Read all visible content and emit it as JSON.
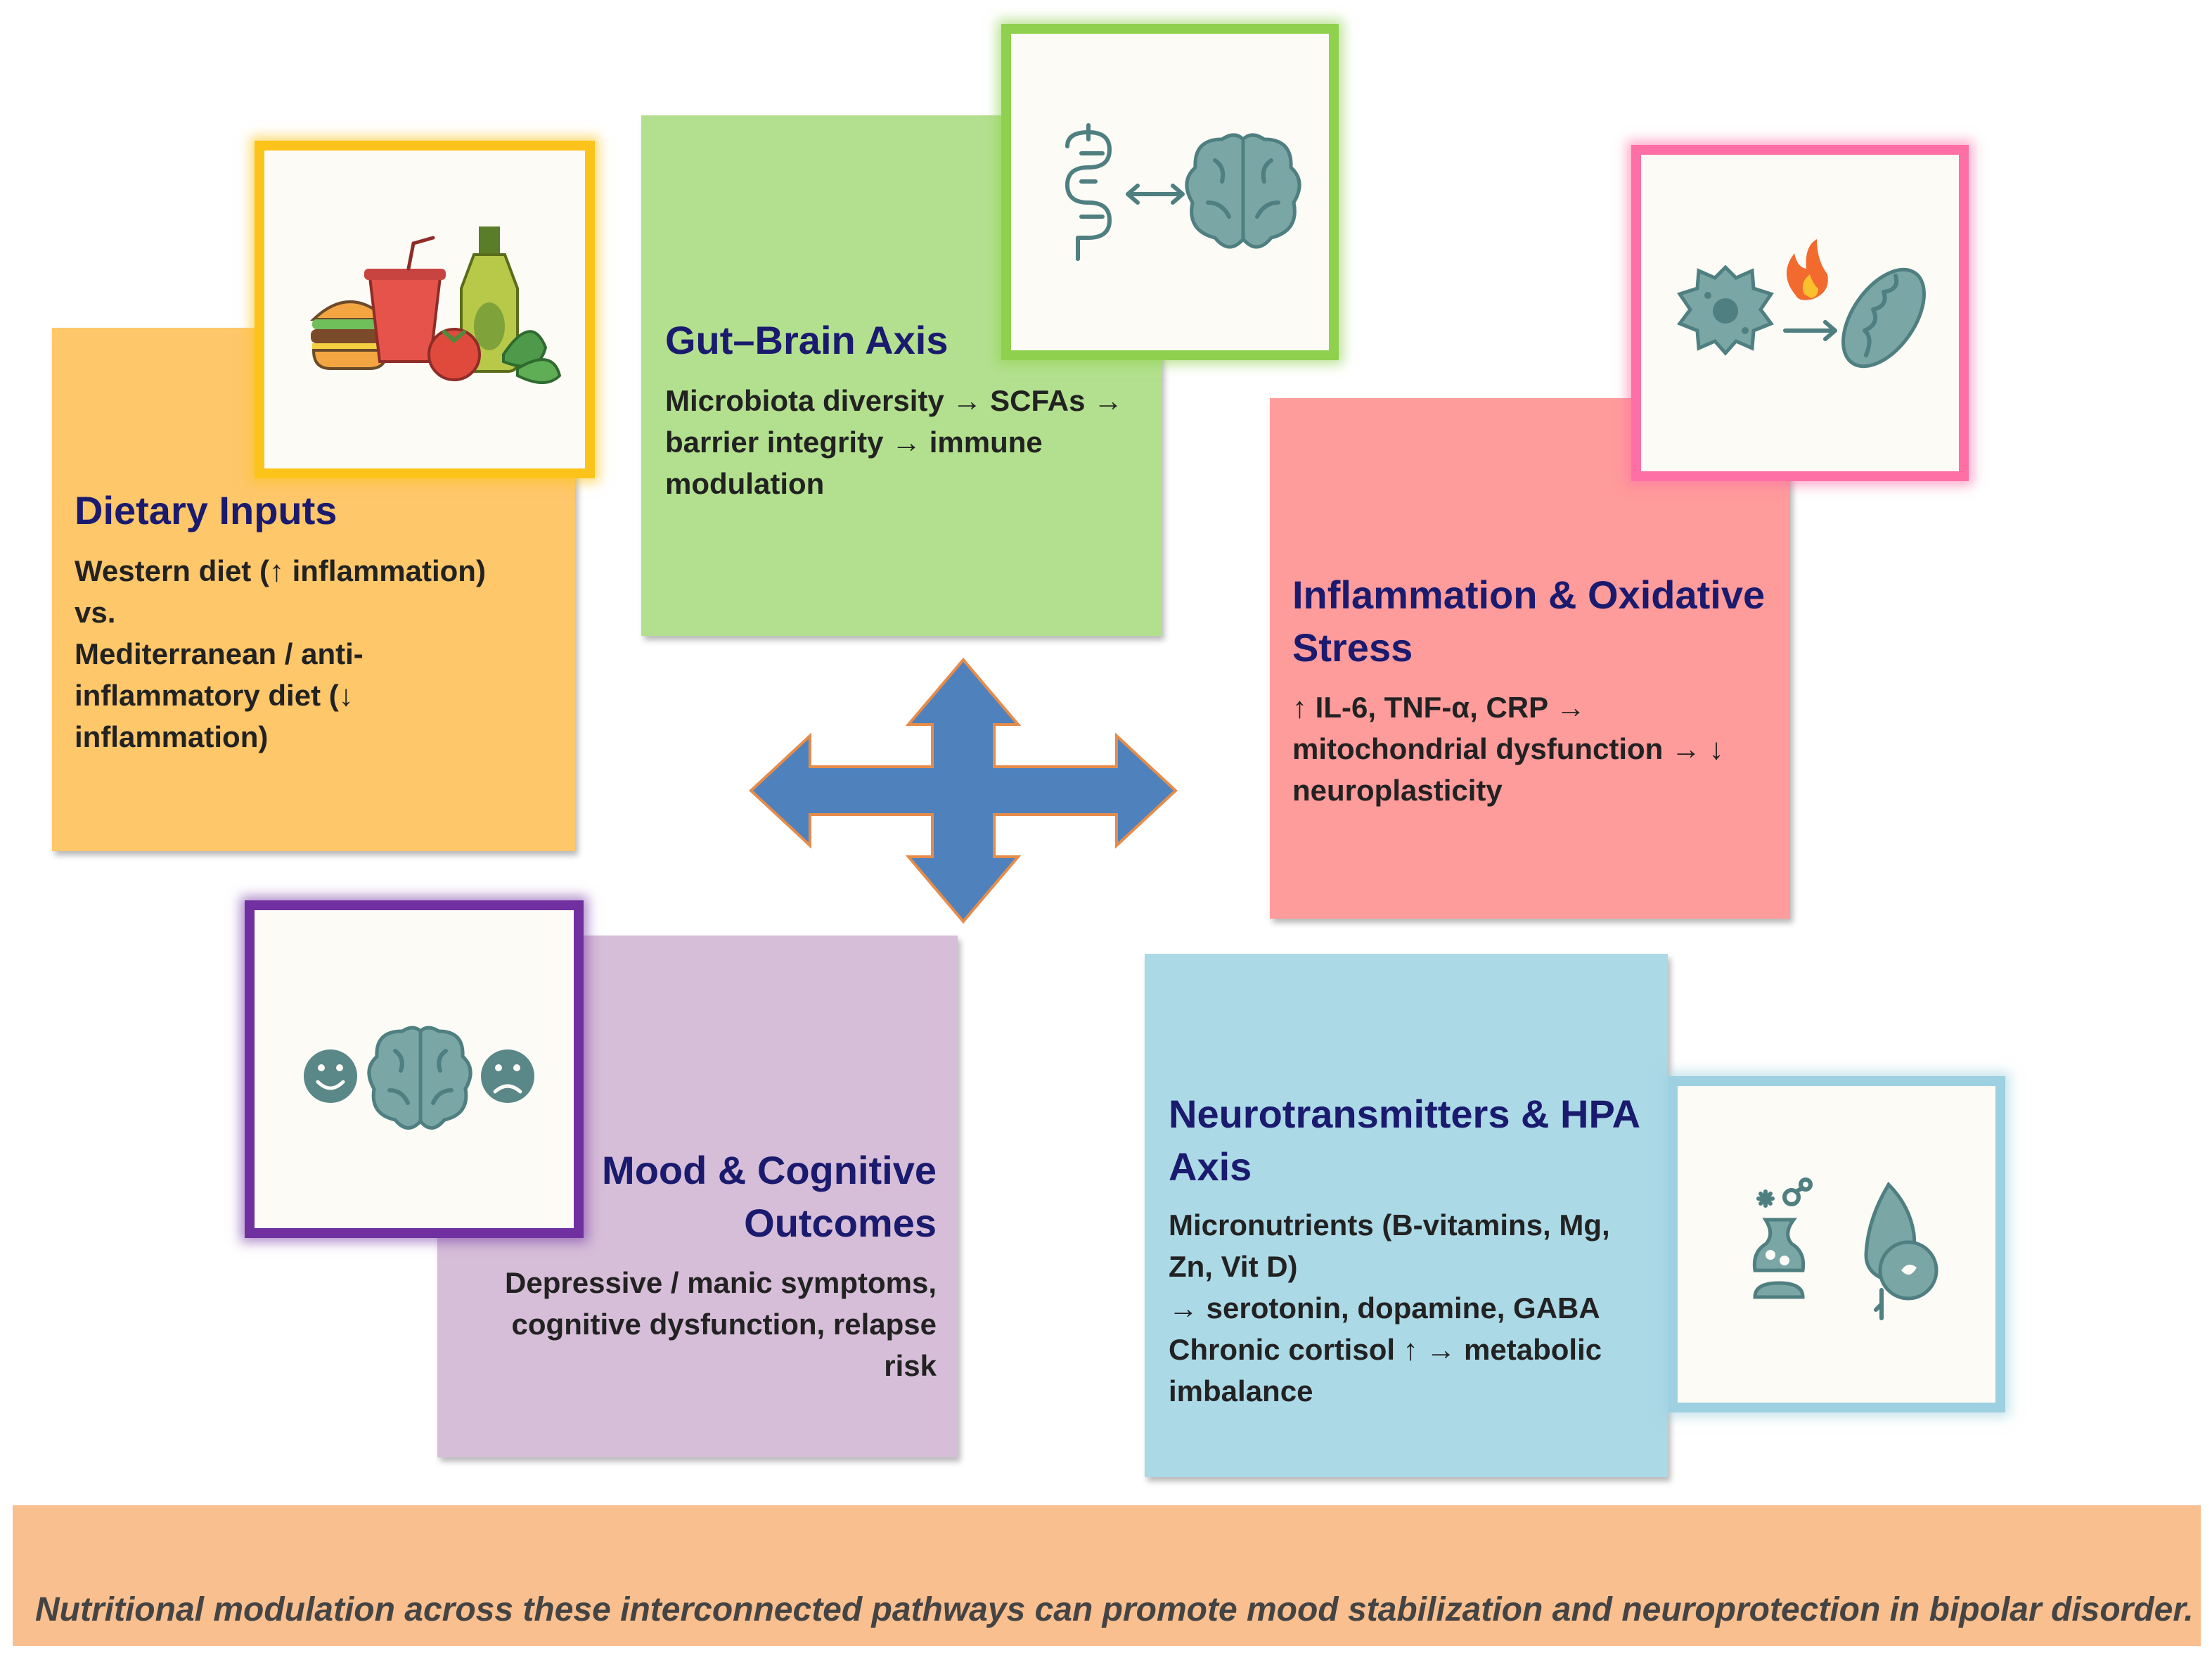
{
  "colors": {
    "dietary": "#fec76a",
    "gut": "#b3e08e",
    "inflammation": "#fe9b9b",
    "mood": "#d6bed8",
    "neuro": "#acd9e6",
    "arrow": "#4f81bd",
    "footer": "#f9bf8f"
  },
  "boxes": {
    "dietary": {
      "title": "Dietary Inputs",
      "body": "Western diet (↑ inflammation)\nvs.\nMediterranean / anti-\ninflammatory diet (↓\ninflammation)",
      "icon": "fast-food-and-mediterranean-food-icon"
    },
    "gut": {
      "title": "Gut–Brain Axis",
      "body": "Microbiota diversity → SCFAs →\nbarrier integrity → immune\nmodulation",
      "icon": "gut-brain-icon"
    },
    "inflammation": {
      "title": "Inflammation & Oxidative\nStress",
      "body": "↑ IL-6, TNF-α, CRP →\nmitochondrial dysfunction → ↓\nneuroplasticity",
      "icon": "immune-cell-fire-mitochondria-icon"
    },
    "mood": {
      "title": "Mood & Cognitive\nOutcomes",
      "body": "Depressive / manic symptoms,\ncognitive dysfunction, relapse\nrisk",
      "icon": "mood-brain-faces-icon"
    },
    "neuro": {
      "title": "Neurotransmitters & HPA\nAxis",
      "body": "Micronutrients (B-vitamins, Mg,\nZn, Vit D)\n→ serotonin, dopamine, GABA\nChronic cortisol ↑ → metabolic\nimbalance",
      "icon": "synapse-and-adrenal-gland-icon"
    }
  },
  "center_icon": "four-way-arrow-icon",
  "footer": {
    "text": "Nutritional modulation across these interconnected pathways can promote mood stabilization and neuroprotection in bipolar disorder."
  }
}
